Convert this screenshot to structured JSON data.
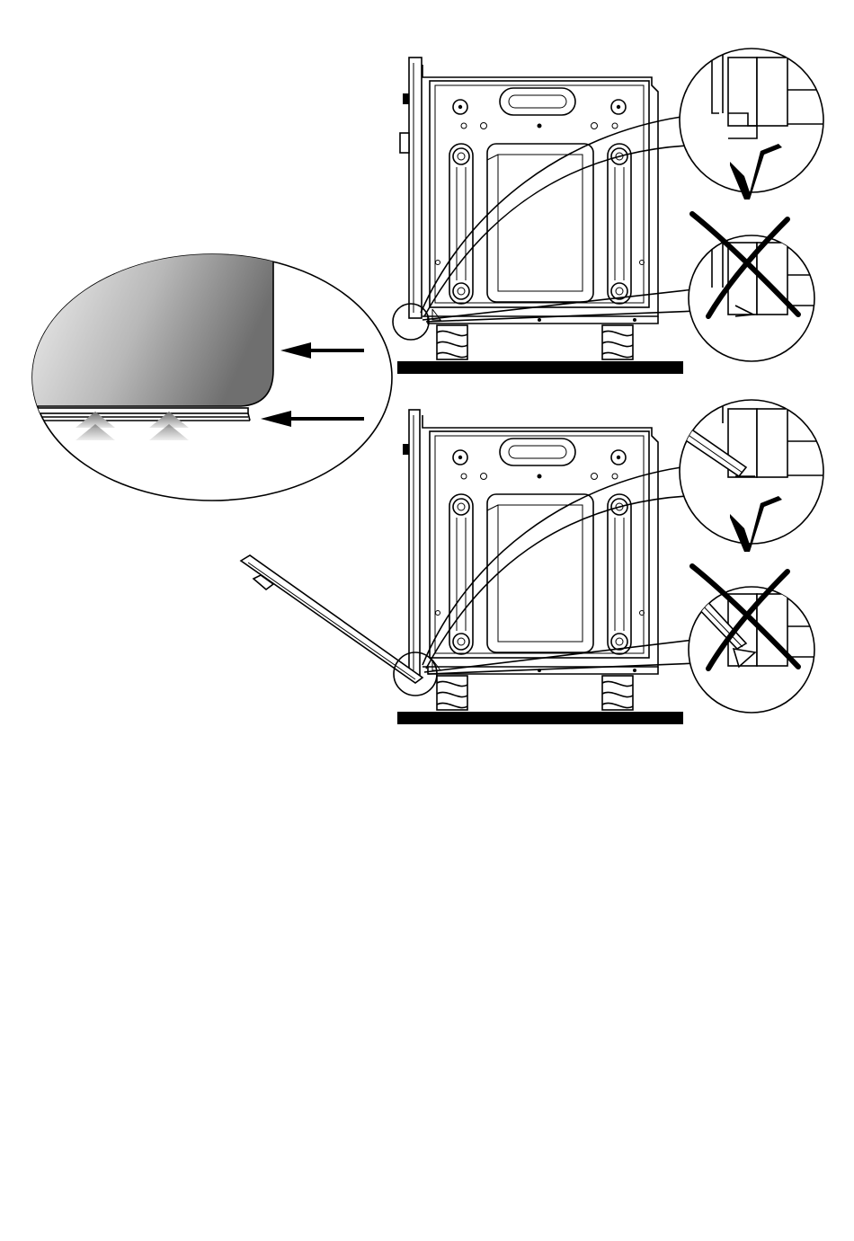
{
  "figure": {
    "panels": [
      {
        "id": "door-closed",
        "checks": [
          {
            "result": "correct",
            "icon": "check-mark-icon"
          },
          {
            "result": "incorrect",
            "icon": "cross-mark-icon"
          }
        ]
      },
      {
        "id": "door-open",
        "checks": [
          {
            "result": "correct",
            "icon": "check-mark-icon"
          },
          {
            "result": "incorrect",
            "icon": "cross-mark-icon"
          }
        ]
      }
    ],
    "detail": {
      "arrows": 2,
      "airflow_markers": 2,
      "icon": "left-arrow-icon"
    }
  }
}
